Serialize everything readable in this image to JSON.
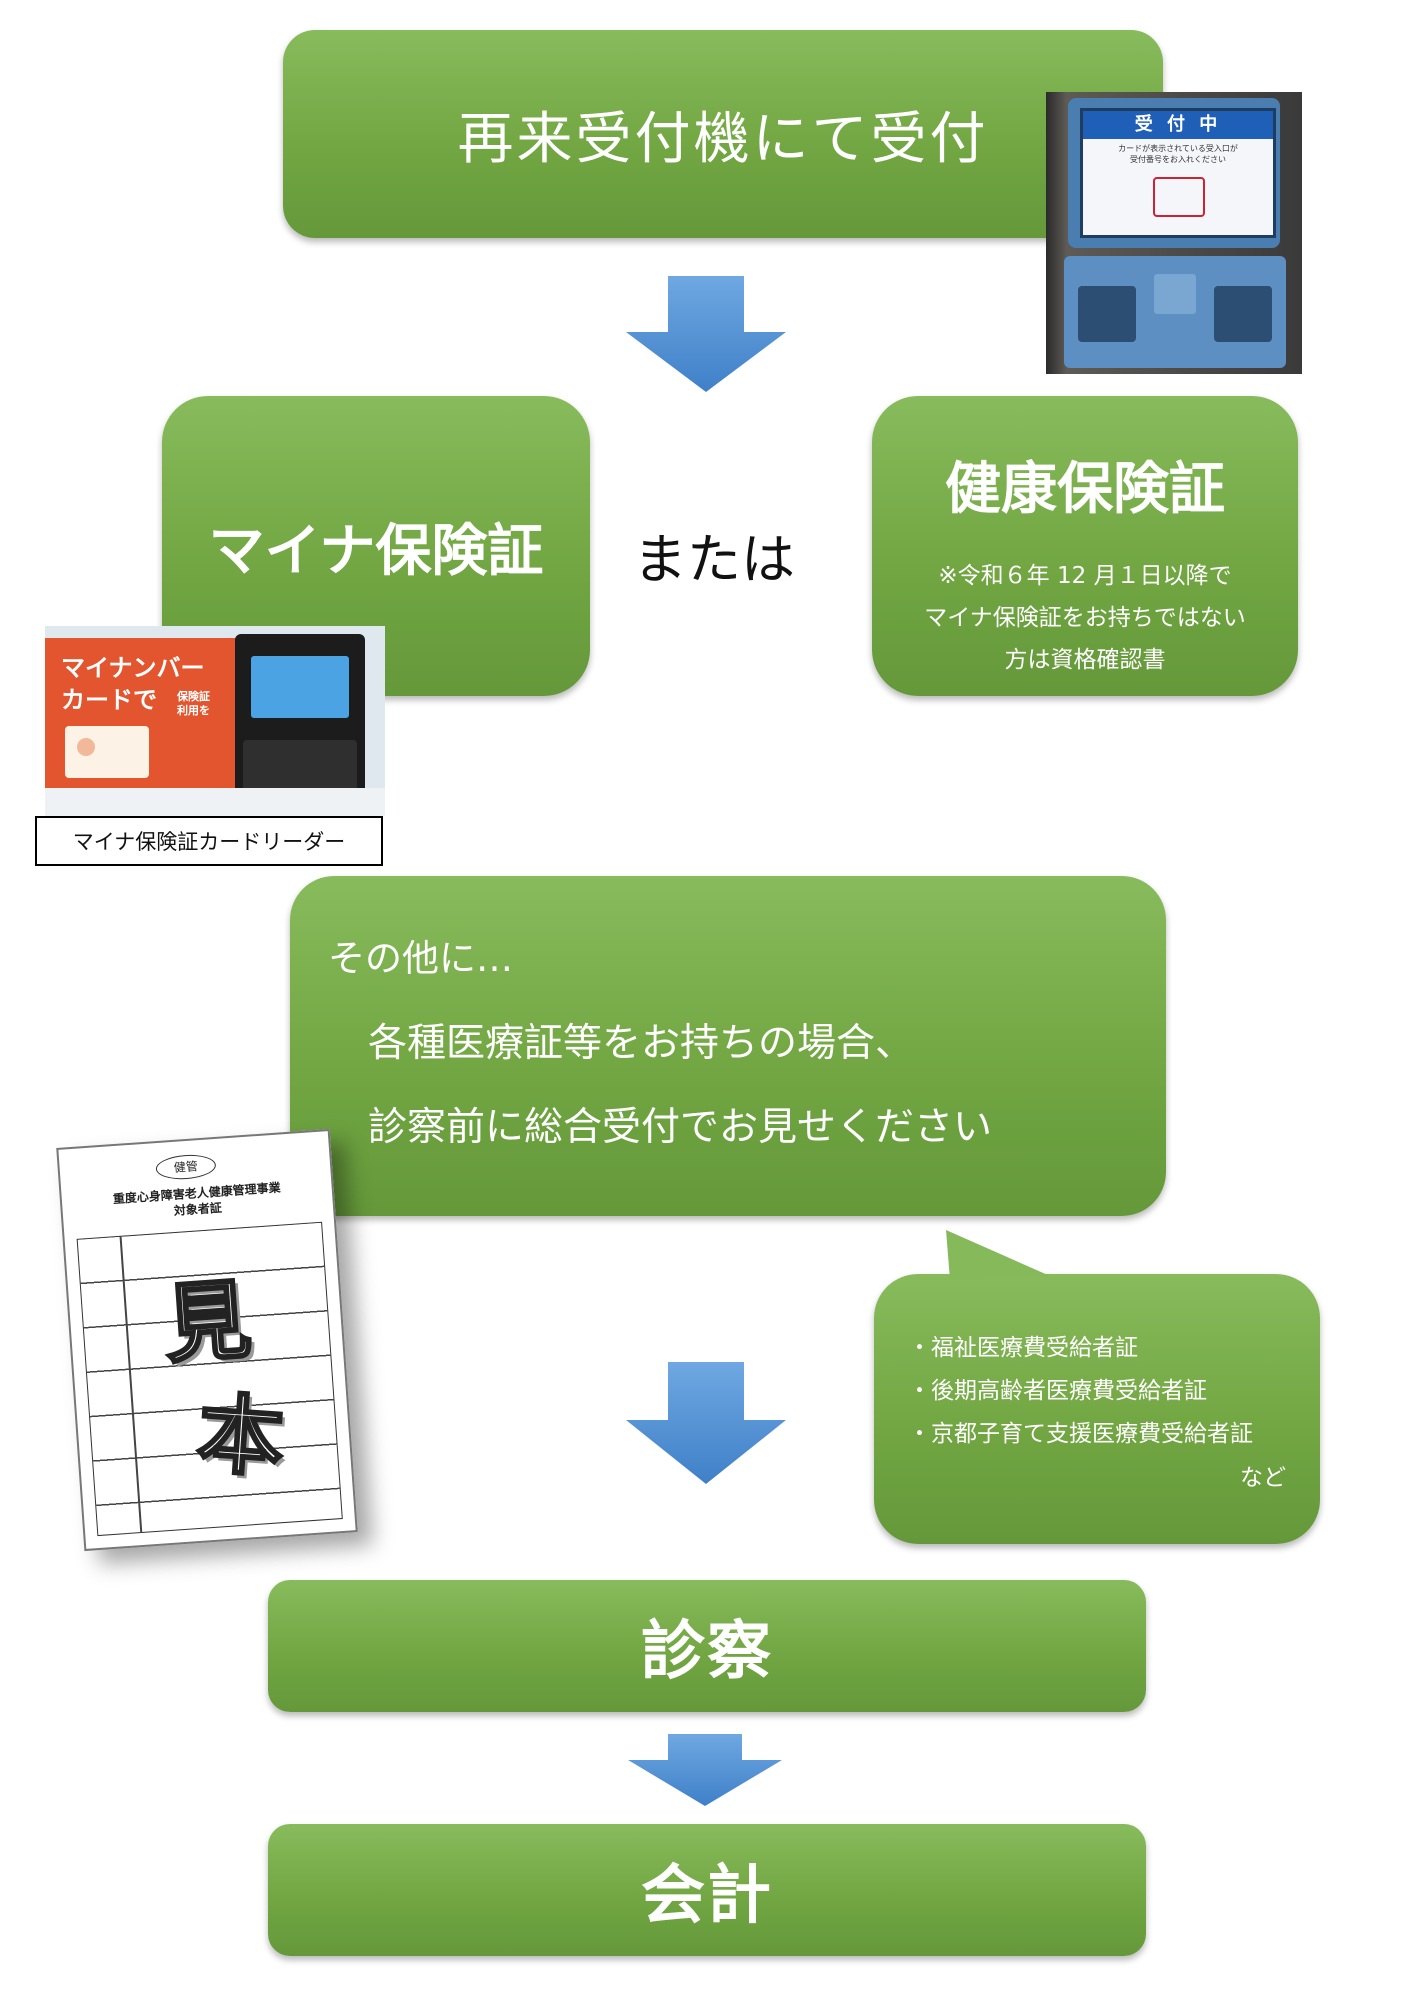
{
  "step1": {
    "title": "再来受付機にて受付"
  },
  "kiosk_photo": {
    "screen_header": "受 付 中",
    "screen_line1": "カードが表示されている受入口が",
    "screen_line2": "受付番号をお入れください"
  },
  "step2": {
    "mynumber_box": {
      "title": "マイナ保険証"
    },
    "or_text": "または",
    "insurance_box": {
      "title": "健康保険証",
      "note_line1": "※令和６年 12 月１日以降で",
      "note_line2": "マイナ保険証をお持ちではない",
      "note_line3": "方は資格確認書"
    },
    "reader_photo": {
      "sign_line1": "マイナンバー",
      "sign_line2": "カードで",
      "sign_sub1": "保険証",
      "sign_sub2": "利用を"
    },
    "reader_caption": "マイナ保険証カードリーダー"
  },
  "step3": {
    "intro": "その他に…",
    "line1": "各種医療証等をお持ちの場合、",
    "line2": "診察前に総合受付でお見せください"
  },
  "sample_card": {
    "badge": "健管",
    "title_line1": "重度心身障害老人健康管理事業",
    "title_line2": "対象者証",
    "stamp1": "見",
    "stamp2": "本"
  },
  "callout": {
    "items": [
      "・福祉医療費受給者証",
      "・後期高齢者医療費受給者証",
      "・京都子育て支援医療費受給者証"
    ],
    "etc": "など"
  },
  "step4": {
    "title": "診察"
  },
  "step5": {
    "title": "会計"
  },
  "colors": {
    "box_green": "#72a743",
    "arrow_blue": "#4f8fd4"
  }
}
